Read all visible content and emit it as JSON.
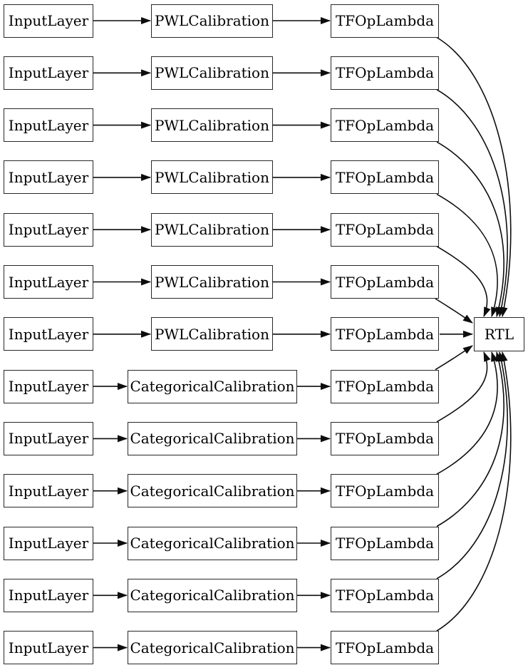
{
  "diagram": {
    "rows": [
      {
        "input": "InputLayer",
        "calibration": "PWLCalibration",
        "op": "TFOpLambda"
      },
      {
        "input": "InputLayer",
        "calibration": "PWLCalibration",
        "op": "TFOpLambda"
      },
      {
        "input": "InputLayer",
        "calibration": "PWLCalibration",
        "op": "TFOpLambda"
      },
      {
        "input": "InputLayer",
        "calibration": "PWLCalibration",
        "op": "TFOpLambda"
      },
      {
        "input": "InputLayer",
        "calibration": "PWLCalibration",
        "op": "TFOpLambda"
      },
      {
        "input": "InputLayer",
        "calibration": "PWLCalibration",
        "op": "TFOpLambda"
      },
      {
        "input": "InputLayer",
        "calibration": "PWLCalibration",
        "op": "TFOpLambda"
      },
      {
        "input": "InputLayer",
        "calibration": "CategoricalCalibration",
        "op": "TFOpLambda"
      },
      {
        "input": "InputLayer",
        "calibration": "CategoricalCalibration",
        "op": "TFOpLambda"
      },
      {
        "input": "InputLayer",
        "calibration": "CategoricalCalibration",
        "op": "TFOpLambda"
      },
      {
        "input": "InputLayer",
        "calibration": "CategoricalCalibration",
        "op": "TFOpLambda"
      },
      {
        "input": "InputLayer",
        "calibration": "CategoricalCalibration",
        "op": "TFOpLambda"
      },
      {
        "input": "InputLayer",
        "calibration": "CategoricalCalibration",
        "op": "TFOpLambda"
      }
    ],
    "output_node": {
      "label": "RTL"
    }
  },
  "colors": {
    "background": "#ffffff",
    "node_fill": "#ffffff",
    "node_border": "#282828",
    "edge": "#0d0d0d",
    "text": "#000000"
  }
}
